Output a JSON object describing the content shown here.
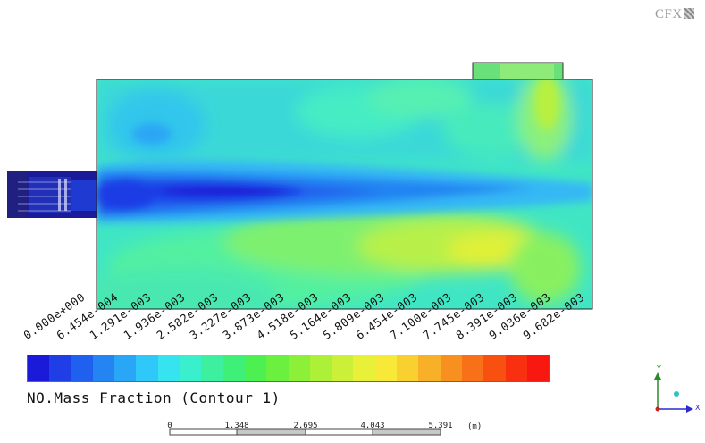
{
  "logo": {
    "text": "CFX"
  },
  "legend": {
    "title": "NO.Mass Fraction (Contour 1)",
    "tick_labels": [
      "0.000e+000",
      "6.454e-004",
      "1.291e-003",
      "1.936e-003",
      "2.582e-003",
      "3.227e-003",
      "3.873e-003",
      "4.518e-003",
      "5.164e-003",
      "5.809e-003",
      "6.454e-003",
      "7.100e-003",
      "7.745e-003",
      "8.391e-003",
      "9.036e-003",
      "9.682e-003"
    ],
    "colors": [
      "#1a1ad8",
      "#1f3ee6",
      "#2060ee",
      "#2484f2",
      "#2aa6f6",
      "#30c8f8",
      "#36e4f0",
      "#3af0cc",
      "#3cf0a0",
      "#3ef078",
      "#4cf050",
      "#6cf040",
      "#8cf038",
      "#acf038",
      "#ccf038",
      "#e8f038",
      "#f8e838",
      "#f8d030",
      "#f8b028",
      "#f89020",
      "#f87018",
      "#f85010",
      "#f83010",
      "#f81810"
    ]
  },
  "scale_bar": {
    "labels": [
      "0",
      "1.348",
      "2.695",
      "4.043",
      "5.391"
    ],
    "unit": "(m)"
  },
  "axes_triad": {
    "y_label": "Y",
    "x_label": "X"
  }
}
